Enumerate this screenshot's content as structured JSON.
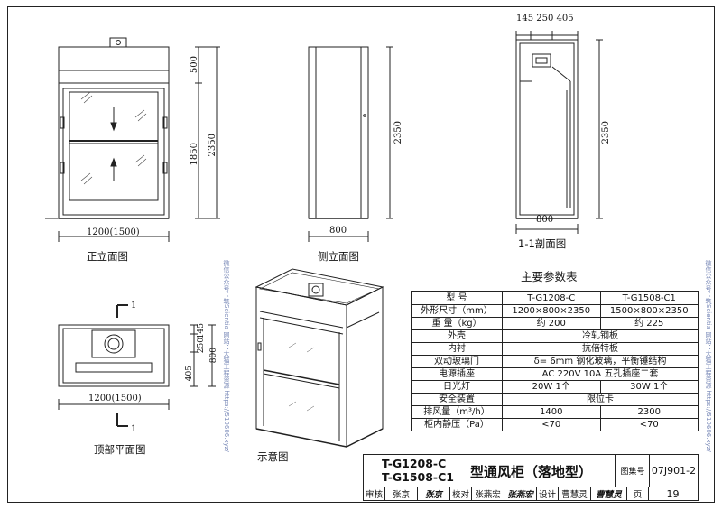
{
  "views": {
    "front": {
      "caption": "正立面图",
      "dim_top_height": "500",
      "dim_sash_height": "1850",
      "dim_total_height": "2350",
      "dim_width": "1200(1500)"
    },
    "side": {
      "caption": "侧立面图",
      "dim_height": "2350",
      "dim_depth": "800"
    },
    "section": {
      "caption": "1-1剖面图",
      "dim_top": "145 250  405",
      "dim_height": "2350",
      "dim_depth": "800"
    },
    "top_plan": {
      "caption": "顶部平面图",
      "cut_mark": "1",
      "dim_a": "145",
      "dim_b": "250",
      "dim_c": "405",
      "dim_depth": "800",
      "dim_width": "1200(1500)"
    },
    "iso": {
      "caption": "示意图"
    }
  },
  "params_table": {
    "title": "主要参数表",
    "rows": [
      {
        "label": "型 号",
        "v1": "T-G1208-C",
        "v2": "T-G1508-C1"
      },
      {
        "label": "外形尺寸（mm）",
        "v1": "1200×800×2350",
        "v2": "1500×800×2350"
      },
      {
        "label": "重 量（kg）",
        "v1": "约 200",
        "v2": "约 225"
      },
      {
        "label": "外壳",
        "span": "冷轧钢板"
      },
      {
        "label": "内衬",
        "span": "抗倍特板"
      },
      {
        "label": "双动玻璃门",
        "span": "δ= 6mm 钢化玻璃，平衡锤结构"
      },
      {
        "label": "电源插座",
        "span": "AC 220V 10A 五孔插座二套"
      },
      {
        "label": "日光灯",
        "v1": "20W 1个",
        "v2": "30W 1个"
      },
      {
        "label": "安全装置",
        "span": "限位卡"
      },
      {
        "label": "排风量（m³/h）",
        "v1": "1400",
        "v2": "2300"
      },
      {
        "label": "柜内静压（Pa）",
        "v1": "<70",
        "v2": "<70"
      }
    ]
  },
  "title_block": {
    "model_line1": "T-G1208-C",
    "model_line2": "T-G1508-C1",
    "name": "型通风柜（落地型）",
    "atlas_label": "图集号",
    "atlas_no": "07J901-2",
    "review_label": "审核",
    "review_name": "张京",
    "review_sign": "张京",
    "check_label": "校对",
    "check_name": "张燕宏",
    "check_sign": "张燕宏",
    "design_label": "设计",
    "design_name": "曹慧灵",
    "design_sign": "曹慧灵",
    "page_label": "页",
    "page_no": "19"
  },
  "watermark": "微信公众号：筑Scientia  网站：大猫工程资源 https://510606.xyz/"
}
